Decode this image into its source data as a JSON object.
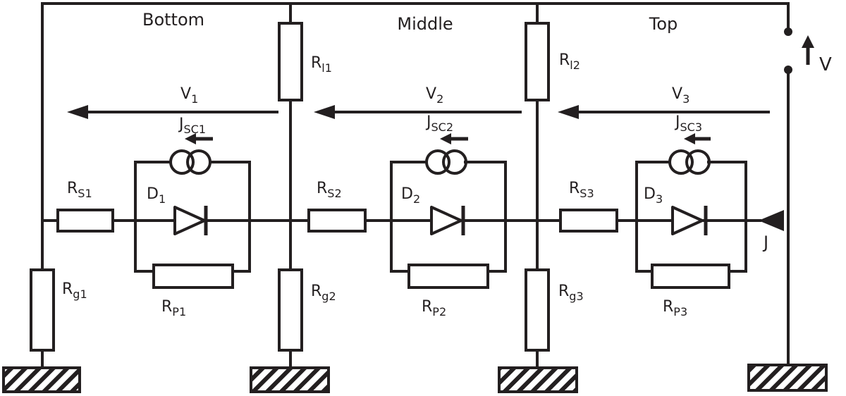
{
  "sections": {
    "bottom": "Bottom",
    "middle": "Middle",
    "top": "Top"
  },
  "cells": [
    {
      "v": {
        "main": "V",
        "sub": "1"
      },
      "jsc": {
        "main": "J",
        "sub": "SC1"
      },
      "rs": {
        "main": "R",
        "sub": "S1"
      },
      "d": {
        "main": "D",
        "sub": "1"
      },
      "rp": {
        "main": "R",
        "sub": "P1"
      },
      "rg": {
        "main": "R",
        "sub": "g1"
      }
    },
    {
      "v": {
        "main": "V",
        "sub": "2"
      },
      "jsc": {
        "main": "J",
        "sub": "SC2"
      },
      "rs": {
        "main": "R",
        "sub": "S2"
      },
      "d": {
        "main": "D",
        "sub": "2"
      },
      "rp": {
        "main": "R",
        "sub": "P2"
      },
      "rg": {
        "main": "R",
        "sub": "g2"
      }
    },
    {
      "v": {
        "main": "V",
        "sub": "3"
      },
      "jsc": {
        "main": "J",
        "sub": "SC3"
      },
      "rs": {
        "main": "R",
        "sub": "S3"
      },
      "d": {
        "main": "D",
        "sub": "3"
      },
      "rp": {
        "main": "R",
        "sub": "P3"
      },
      "rg": {
        "main": "R",
        "sub": "g3"
      }
    }
  ],
  "interconnect": [
    {
      "main": "R",
      "sub": "l1"
    },
    {
      "main": "R",
      "sub": "l2"
    }
  ],
  "terminal": {
    "voltage": "V",
    "current": "J"
  },
  "colors": {
    "ink": "#231f20",
    "background": "#ffffff"
  }
}
